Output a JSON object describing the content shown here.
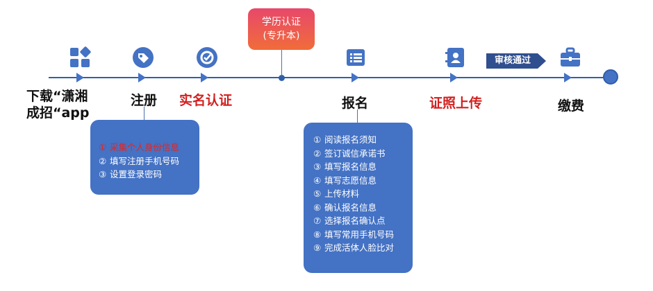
{
  "steps": [
    {
      "label_line1": "下载“潇湘",
      "label_line2": "成招“app",
      "icon": "app-grid-icon"
    },
    {
      "label": "注册",
      "icon": "tag-icon"
    },
    {
      "label": "实名认证",
      "icon": "verify-badge-icon"
    },
    {
      "label": "报名",
      "icon": "form-list-icon"
    },
    {
      "label": "证照上传",
      "icon": "id-card-icon"
    },
    {
      "label": "缴费",
      "icon": "briefcase-icon"
    }
  ],
  "callout": {
    "line1": "学历认证",
    "line2": "(专升本)"
  },
  "badge": {
    "label": "审核通过"
  },
  "register_details": [
    {
      "num": "①",
      "text": "采集个人身份信息"
    },
    {
      "num": "②",
      "text": "填写注册手机号码"
    },
    {
      "num": "③",
      "text": "设置登录密码"
    }
  ],
  "signup_details": [
    {
      "num": "①",
      "text": "阅读报名须知"
    },
    {
      "num": "②",
      "text": "签订诚信承诺书"
    },
    {
      "num": "③",
      "text": "填写报名信息"
    },
    {
      "num": "④",
      "text": "填写志愿信息"
    },
    {
      "num": "⑤",
      "text": "上传材料"
    },
    {
      "num": "⑥",
      "text": "确认报名信息"
    },
    {
      "num": "⑦",
      "text": "选择报名确认点"
    },
    {
      "num": "⑧",
      "text": "填写常用手机号码"
    },
    {
      "num": "⑨",
      "text": "完成活体人脸比对"
    }
  ],
  "colors": {
    "primary": "#4472c4",
    "line": "#2f5fa8",
    "highlight": "#d21f1f",
    "callout_from": "#e8486a",
    "callout_to": "#f06c3a"
  }
}
